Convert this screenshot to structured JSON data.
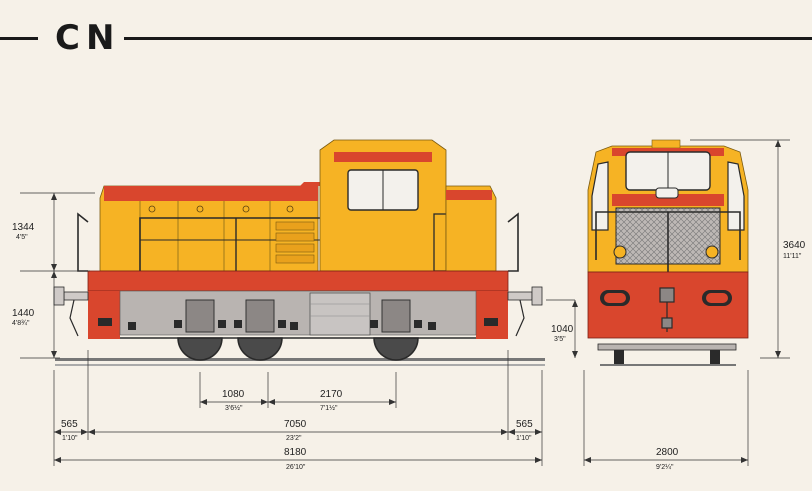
{
  "header": {
    "title": "CN"
  },
  "colors": {
    "yellow": "#f6b324",
    "yellow_dark": "#d9951a",
    "red": "#d9462d",
    "red_dark": "#a8321f",
    "grey": "#b9b4b1",
    "dark": "#2a2a2a",
    "background": "#f6f1e8"
  },
  "dimensions": {
    "body_height": {
      "mm": "1344",
      "imperial": "4'5\""
    },
    "frame_height": {
      "mm": "1440",
      "imperial": "4'8¾\""
    },
    "step_height": {
      "mm": "1040",
      "imperial": "3'5\""
    },
    "total_height": {
      "mm": "3640",
      "imperial": "11'11\""
    },
    "axle_spacing_1": {
      "mm": "1080",
      "imperial": "3'6½\""
    },
    "axle_spacing_2": {
      "mm": "2170",
      "imperial": "7'1½\""
    },
    "overhang_left": {
      "mm": "565",
      "imperial": "1'10\""
    },
    "overhang_right": {
      "mm": "565",
      "imperial": "1'10\""
    },
    "frame_length": {
      "mm": "7050",
      "imperial": "23'2\""
    },
    "total_length": {
      "mm": "8180",
      "imperial": "26'10\""
    },
    "width": {
      "mm": "2800",
      "imperial": "9'2¼\""
    }
  }
}
